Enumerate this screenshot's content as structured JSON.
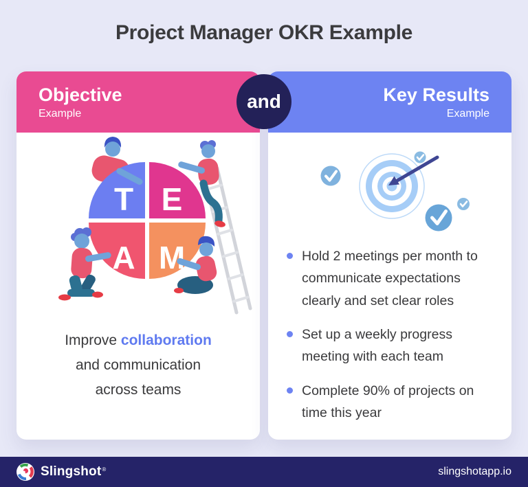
{
  "title": "Project Manager OKR Example",
  "objective": {
    "heading": "Objective",
    "subheading": "Example",
    "team_letters": [
      "T",
      "E",
      "A",
      "M"
    ],
    "caption_pre": "Improve",
    "caption_highlight": "collaboration",
    "caption_post": "and communication across teams"
  },
  "connector": "and",
  "key_results": {
    "heading": "Key Results",
    "subheading": "Example",
    "bullets": [
      "Hold 2 meetings per month to communicate expectations clearly and set clear roles",
      "Set up a weekly progress meeting with each team",
      "Complete 90% of projects on time this year"
    ]
  },
  "footer": {
    "brand": "Slingshot",
    "mark": "®",
    "site": "slingshotapp.io"
  },
  "colors": {
    "pink": "#e94b92",
    "periwinkle": "#6d83f2",
    "navy": "#232158",
    "footer_navy": "#252368",
    "background": "#e7e8f7",
    "text": "#3a3a3c",
    "highlight": "#5f7af0",
    "quad_t": "#6c7ef1",
    "quad_e": "#e0368f",
    "quad_a": "#f0556f",
    "quad_m": "#f4915f",
    "target_blue": "#a6cdf7",
    "check_blue": "#7fb2de",
    "check_blue_dark": "#68a5d8",
    "check_blue_light": "#8abbe2",
    "arrow_navy": "#3f4693"
  }
}
